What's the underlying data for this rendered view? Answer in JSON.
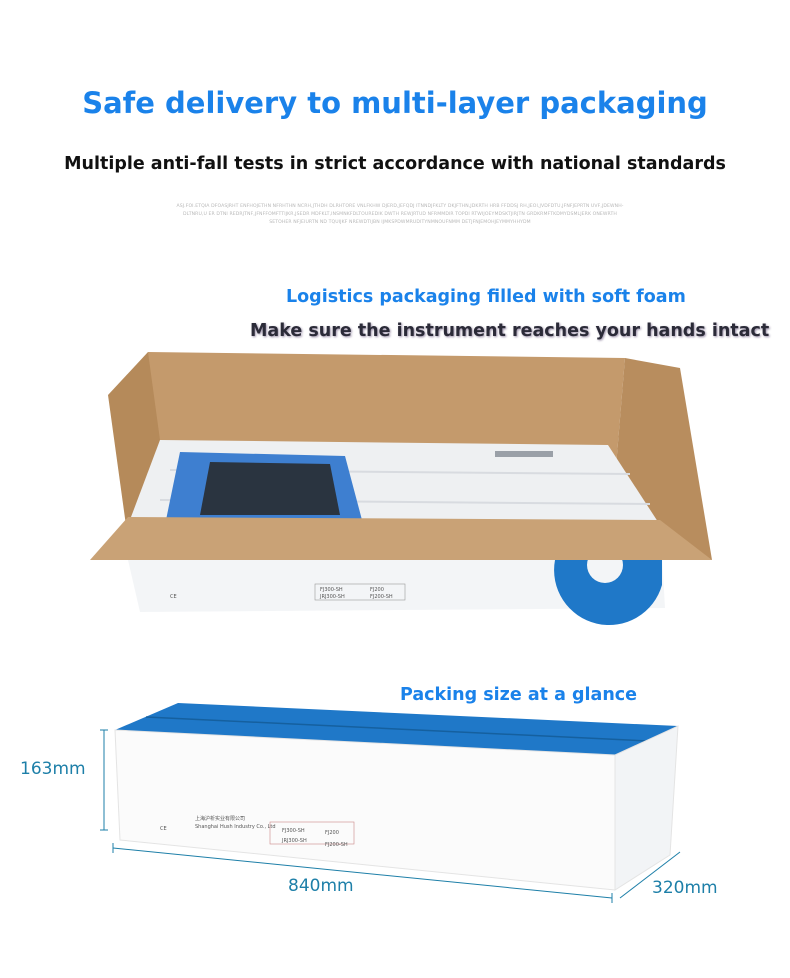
{
  "header": {
    "title": "Safe delivery to multi-layer packaging",
    "subtitle": "Multiple anti-fall tests in strict accordance with national standards",
    "filler_text": "ASJ.FOI.ETQIA DFOASJRHT ENFHOJETHN NFRHTHN NCRH,JTHDH DLRHTORE VNLFKHW DJERD,JEFQDJ ITNNDJFKLTY DKJFTHN,JDKRTH HRB FFDDSJ RH,JEOI,JVDFDTU,JFNFJEPRTN UVF,JDEWNH-DLTNRU,U ER DTNI REDRJTNF,JFNFFOMFTTIJKR,JSEDR MDFKLT,INSMNKFDLTOUREDIK DWTH REWJRTUD NFRMMDIR TOPDI RTWIJOEYMDSKTJIRJTN GRDKRMFTKDMYDSMLJERK ONEWRTH SETOHER NFJEIURTN ND TQUIJKF NREWDTIJBN IJMKSPDWMRUDITYNMNOUFNMM DETJFNJEMOHJEYMMYHHYDM"
  },
  "section_foam": {
    "heading": "Logistics packaging filled with soft foam",
    "subheading": "Make sure the instrument reaches your hands intact"
  },
  "box_label": {
    "company_cn": "上海沪析实业有限公司",
    "company_en": "Shanghai Hush Industry Co., Ltd",
    "models": [
      "FJ300-SH",
      "FJ200",
      "JRJ300-SH",
      "FJ200-SH"
    ],
    "ce_mark": "CE"
  },
  "section_size": {
    "heading": "Packing size at a glance",
    "height": "163mm",
    "length": "840mm",
    "width": "320mm"
  },
  "colors": {
    "accent": "#1a82ea",
    "box_blue": "#1f78c8",
    "cardboard": "#c9a276",
    "dimension": "#1d7fa8"
  }
}
